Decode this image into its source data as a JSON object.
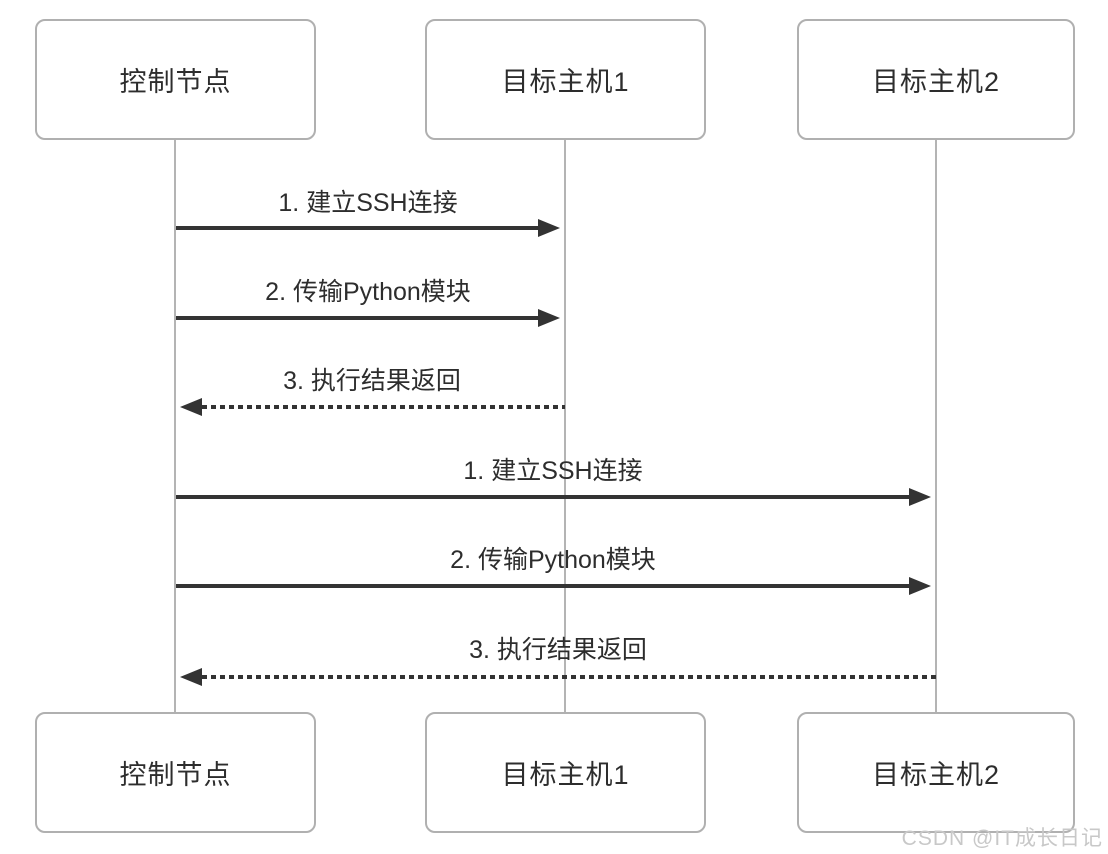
{
  "diagram": {
    "title_implied": "SSH sequence diagram",
    "colors": {
      "arrow_dark": "#333333",
      "line_gray": "#b4b4b4",
      "box_border": "#b0b0b0",
      "text": "#2d2d2d",
      "watermark": "#c8c8c8",
      "background": "#ffffff"
    },
    "actors": [
      {
        "id": "control",
        "label": "控制节点"
      },
      {
        "id": "host1",
        "label": "目标主机1"
      },
      {
        "id": "host2",
        "label": "目标主机2"
      }
    ],
    "messages": [
      {
        "label": "1. 建立SSH连接",
        "from": "control",
        "to": "host1",
        "style": "solid",
        "direction": "right"
      },
      {
        "label": "2. 传输Python模块",
        "from": "control",
        "to": "host1",
        "style": "solid",
        "direction": "right"
      },
      {
        "label": "3. 执行结果返回",
        "from": "host1",
        "to": "control",
        "style": "dashed",
        "direction": "left"
      },
      {
        "label": "1. 建立SSH连接",
        "from": "control",
        "to": "host2",
        "style": "solid",
        "direction": "right"
      },
      {
        "label": "2. 传输Python模块",
        "from": "control",
        "to": "host2",
        "style": "solid",
        "direction": "right"
      },
      {
        "label": "3. 执行结果返回",
        "from": "host2",
        "to": "control",
        "style": "dashed",
        "direction": "left"
      }
    ],
    "watermark": "CSDN @IT成长日记"
  }
}
